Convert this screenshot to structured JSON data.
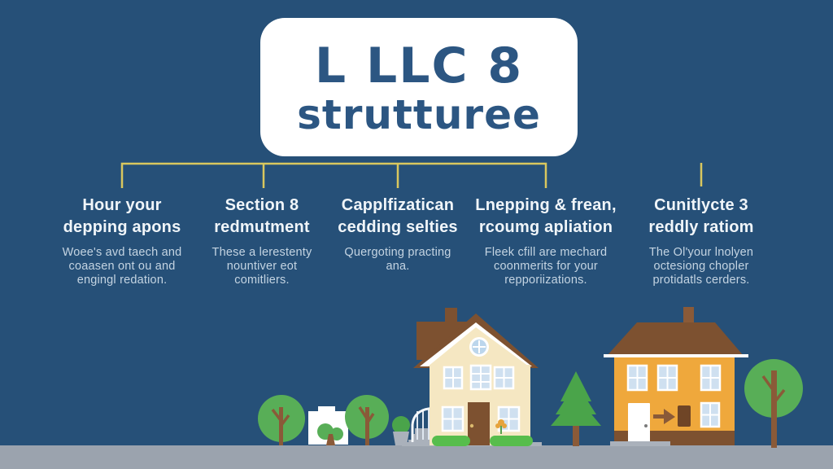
{
  "palette": {
    "bg": "#265078",
    "card": "#ffffff",
    "title_text": "#2c5682",
    "connector": "#d9c75e",
    "heading_text": "#f0f5f9",
    "body_text": "#c4d4e2",
    "ground": "#9ba3ae",
    "tree_green": "#58ae57",
    "pine_green": "#4aa44a",
    "bush_green": "#57bd4c",
    "trunk_brown": "#8a5a38",
    "roof_brown": "#7d5130",
    "cream_house": "#f5e7c2",
    "orange_house": "#efa83c",
    "window_pane": "#cfe0f0",
    "step_gray": "#aab1bb"
  },
  "title": {
    "line1": "L LLC 8",
    "line2": "strutturee"
  },
  "columns": [
    {
      "heading": "Hour your\ndepping apons",
      "body": "Woee's avd taech and\ncoaasen ont ou and\nengingl redation."
    },
    {
      "heading": "Section 8\nredmutment",
      "body": "These a lerestenty\nnountiver eot\ncomitliers."
    },
    {
      "heading": "Capplfizatican\ncedding selties",
      "body": "Quergoting practing\nana."
    },
    {
      "heading": "Lnepping & frean,\nrcoumg apliation",
      "body": "Fleek cfill are mechard\ncoonmerits for your\nrepporiizations."
    },
    {
      "heading": "Cunitlycte 3\nreddly ratiom",
      "body": "The Ol'your lnolyen\noctesiong chopler\nprotidatls cerders."
    }
  ],
  "scene": {
    "elements": [
      "round-tree",
      "sign-board",
      "shrub",
      "round-tree",
      "potted-shrub",
      "porch-stairs",
      "cream-two-story-house",
      "pine-tree",
      "orange-two-story-house",
      "arrow-right",
      "round-tree"
    ]
  }
}
